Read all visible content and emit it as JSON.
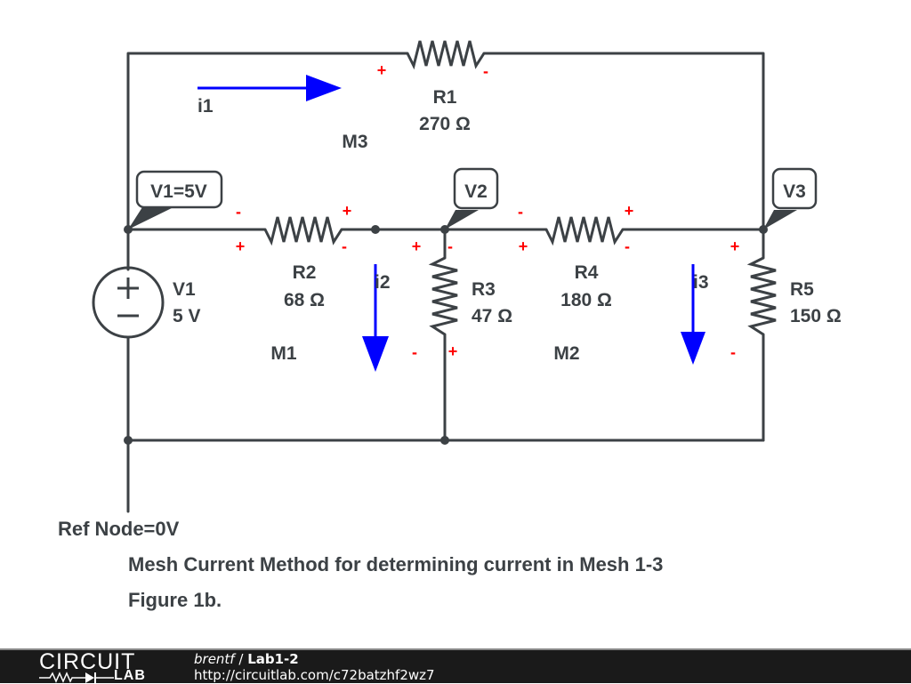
{
  "schematic": {
    "components": {
      "V1": {
        "name": "V1",
        "value": "5 V"
      },
      "R1": {
        "name": "R1",
        "value": "270 Ω"
      },
      "R2": {
        "name": "R2",
        "value": "68 Ω"
      },
      "R3": {
        "name": "R3",
        "value": "47 Ω"
      },
      "R4": {
        "name": "R4",
        "value": "180 Ω"
      },
      "R5": {
        "name": "R5",
        "value": "150 Ω"
      }
    },
    "node_labels": {
      "v1": "V1=5V",
      "v2": "V2",
      "v3": "V3"
    },
    "mesh_labels": {
      "m1": "M1",
      "m2": "M2",
      "m3": "M3"
    },
    "currents": {
      "i1": "i1",
      "i2": "i2",
      "i3": "i3"
    },
    "polarity": {
      "plus": "+",
      "minus": "-"
    },
    "ref_node": "Ref Node=0V",
    "caption_line1": "Mesh Current Method for determining current in Mesh 1-3",
    "caption_line2": "Figure 1b.",
    "colors": {
      "wire": "#3c4145",
      "polarity": "#ff0000",
      "current_arrow": "#0000ff"
    }
  },
  "footer": {
    "logo_top": "CIRCUIT",
    "logo_bottom": "LAB",
    "author": "brentf",
    "separator": " / ",
    "project": "Lab1-2",
    "url": "http://circuitlab.com/c72batzhf2wz7"
  }
}
